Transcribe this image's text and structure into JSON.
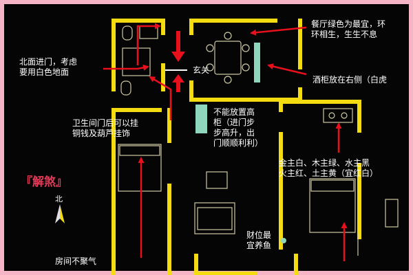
{
  "colors": {
    "wall": "#f5dc10",
    "arrow": "#e8101c",
    "fixture": "#cfc9a4",
    "panel": "#8fd6bd",
    "background": "#050505",
    "border": "#f6b5c6",
    "jiesha": "#e23a57"
  },
  "labels": {
    "north_entry": [
      "北面进门，考虑",
      "要用白色地面"
    ],
    "xuanguan": "玄关",
    "dining": [
      "餐厅绿色为最宜，环",
      "环相生，生生不息"
    ],
    "wine_cabinet": "酒柜放在右侧（白虎",
    "bathroom": [
      "卫生间门后可以挂",
      "铜钱及葫芦挂饰"
    ],
    "tall_cabinet": [
      "不能放置高",
      "柜（进门步",
      "步高升，出",
      "门顺顺利利）"
    ],
    "elements": [
      "金主白、木主绿、水主黑",
      "火主红、土主黄（宜红白）"
    ],
    "jiesha": "『解煞』",
    "north": "北",
    "wealth": [
      "财位最",
      "宜养鱼"
    ],
    "room_qi": "房间不聚气"
  }
}
